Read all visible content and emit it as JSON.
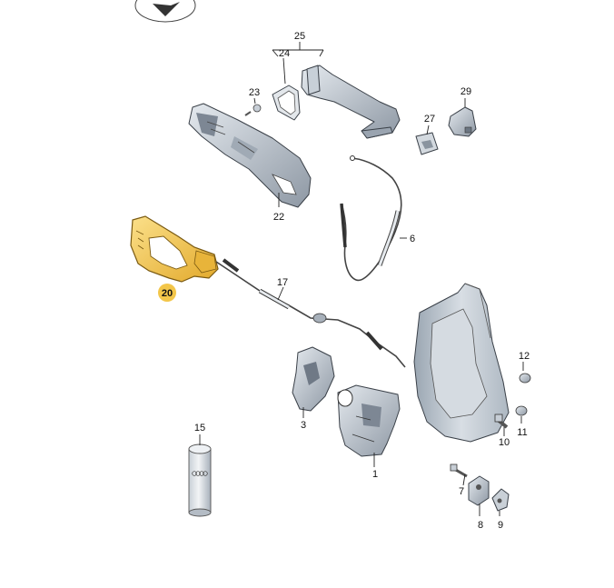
{
  "diagram": {
    "highlight_color": "#f3c64a",
    "part_fill": "#b9c2cc",
    "part_dark": "#7d8794",
    "part_light": "#dde3e9",
    "callouts": [
      {
        "key": "c25",
        "text": "25"
      },
      {
        "key": "c24",
        "text": "24"
      },
      {
        "key": "c23",
        "text": "23"
      },
      {
        "key": "c29",
        "text": "29"
      },
      {
        "key": "c27",
        "text": "27"
      },
      {
        "key": "c22",
        "text": "22"
      },
      {
        "key": "c6",
        "text": "6"
      },
      {
        "key": "c20",
        "text": "20"
      },
      {
        "key": "c17",
        "text": "17"
      },
      {
        "key": "c12",
        "text": "12"
      },
      {
        "key": "c11",
        "text": "11"
      },
      {
        "key": "c10",
        "text": "10"
      },
      {
        "key": "c3",
        "text": "3"
      },
      {
        "key": "c1",
        "text": "1"
      },
      {
        "key": "c15",
        "text": "15"
      },
      {
        "key": "c7",
        "text": "7"
      },
      {
        "key": "c8",
        "text": "8"
      },
      {
        "key": "c9",
        "text": "9"
      }
    ],
    "highlighted_part": "20"
  }
}
